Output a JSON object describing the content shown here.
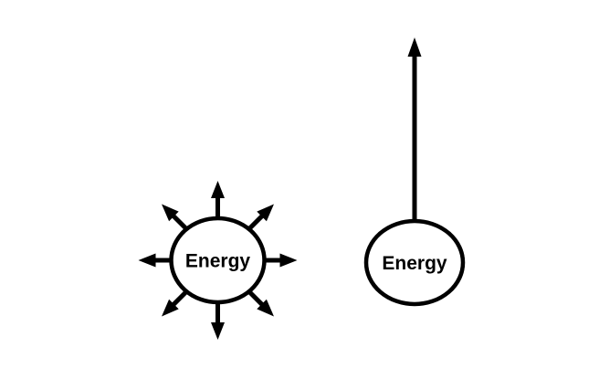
{
  "figure": {
    "background_color": "#ffffff",
    "stroke_color": "#000000",
    "left_diagram": {
      "label": "Energy",
      "description": "energy radiating outward in all directions",
      "arrow_directions": [
        "up",
        "up-right",
        "right",
        "down-right",
        "down",
        "down-left",
        "left",
        "up-left"
      ]
    },
    "right_diagram": {
      "label": "Energy",
      "description": "energy directed in a single direction",
      "arrow_directions": [
        "up"
      ]
    }
  }
}
